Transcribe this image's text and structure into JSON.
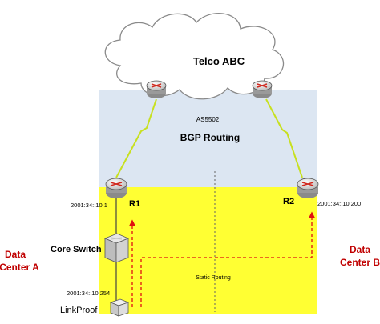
{
  "cloud": {
    "label": "Telco ABC"
  },
  "bgp_zone": {
    "as_label": "AS5502",
    "title": "BGP Routing"
  },
  "routers": {
    "r1": {
      "label": "R1",
      "ip": "2001:34::10:1"
    },
    "r2": {
      "label": "R2",
      "ip": "2001:34::10:200"
    }
  },
  "core_switch": {
    "label": "Core Switch"
  },
  "linkproof": {
    "label": "LinkProof",
    "ip": "2001:34::10:254"
  },
  "static_zone": {
    "label": "Static Routing"
  },
  "data_centers": {
    "a": {
      "line1": "Data",
      "line2": "Center A"
    },
    "b": {
      "line1": "Data",
      "line2": "Center B"
    }
  },
  "colors": {
    "bgp_zone": "#dce6f2",
    "static_zone": "#ffff33",
    "route_arrow": "#e01010",
    "dc_label": "#c00000",
    "wan_link": "#c8e020"
  }
}
